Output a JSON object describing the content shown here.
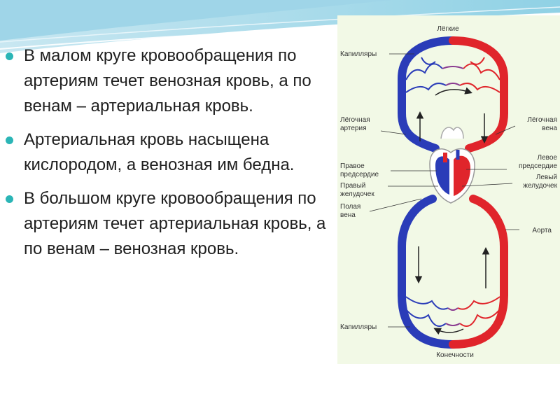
{
  "bullets": [
    "В малом круге кровообращения по артериям течет венозная кровь, а по венам – артериальная кровь.",
    "Артериальная кровь насыщена кислородом, а венозная им бедна.",
    "В большом круге кровообращения по артериям течет артериальная кровь, а по венам – венозная кровь."
  ],
  "diagram": {
    "labels": {
      "lungs": "Лёгкие",
      "capillaries_top": "Капилляры",
      "pulmonary_artery_1": "Лёгочная",
      "pulmonary_artery_2": "артерия",
      "pulmonary_vein_1": "Лёгочная",
      "pulmonary_vein_2": "вена",
      "right_atrium_1": "Правое",
      "right_atrium_2": "предсердие",
      "right_ventricle_1": "Правый",
      "right_ventricle_2": "желудочек",
      "vena_cava_1": "Полая",
      "vena_cava_2": "вена",
      "left_atrium_1": "Левое",
      "left_atrium_2": "предсердие",
      "left_ventricle_1": "Левый",
      "left_ventricle_2": "желудочек",
      "aorta": "Аорта",
      "capillaries_bottom": "Капилляры",
      "limbs": "Конечности"
    }
  },
  "colors": {
    "accent_teal": "#2bb5b6",
    "arterial_red": "#e0252b",
    "venous_blue": "#2a3cb8",
    "panel_bg": "#f2f9e6"
  }
}
